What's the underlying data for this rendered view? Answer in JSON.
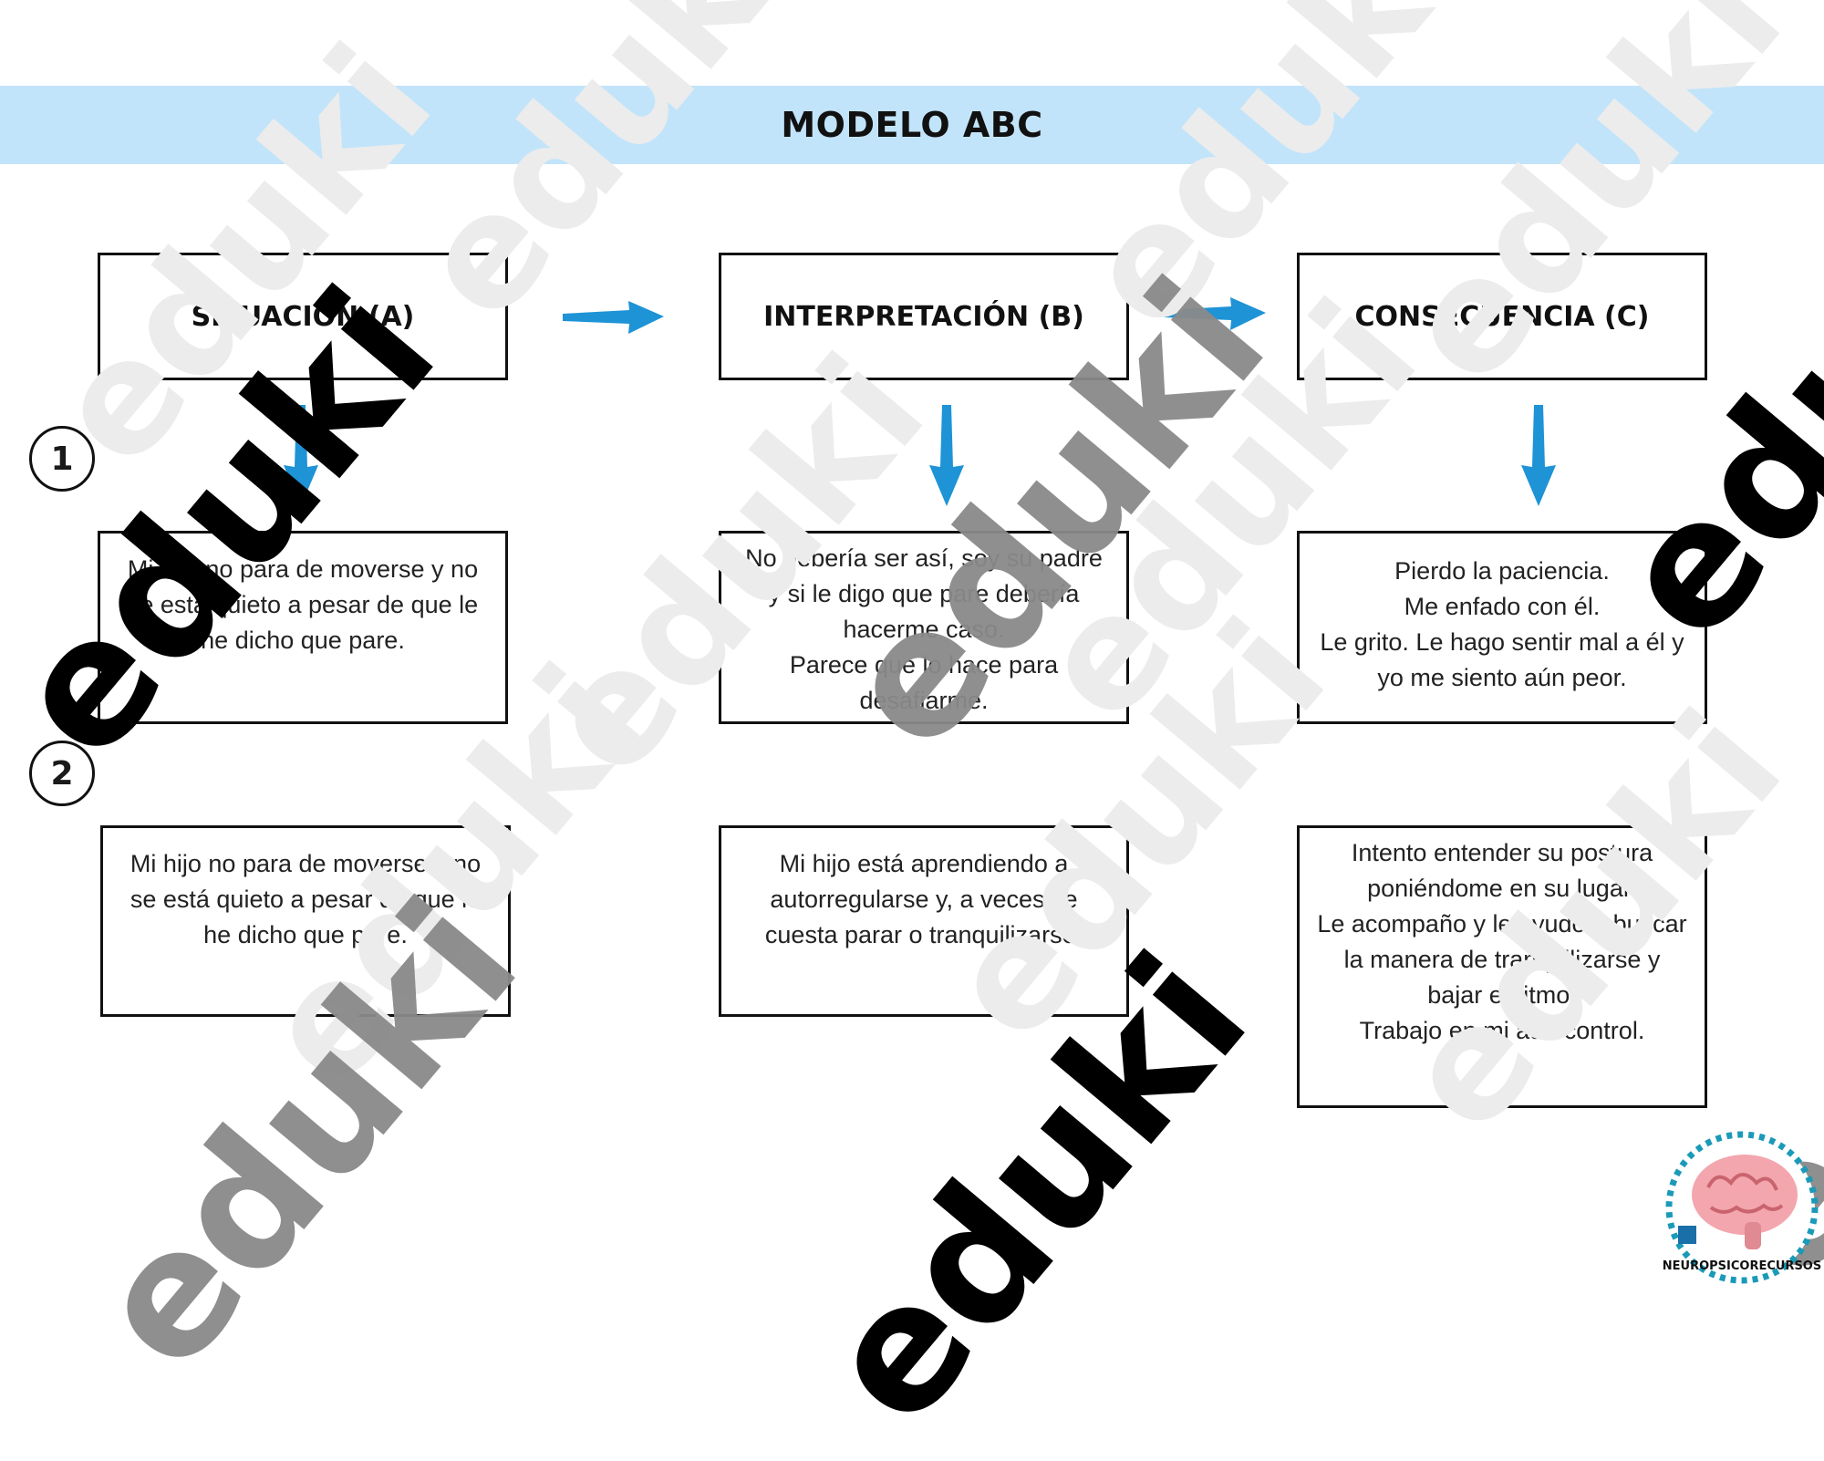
{
  "title": "MODELO ABC",
  "headers": {
    "a": "SITUACIÓN (A)",
    "b": "INTERPRETACIÓN (B)",
    "c": "CONSECUENCIA (C)"
  },
  "steps": [
    {
      "number": "1",
      "a": "Mi hijo no para de moverse y no se está quieto a pesar de que le he dicho que pare.",
      "b": "No debería ser así, soy su padre y si le digo que pare debería hacerme caso.\nParece que lo hace para desafiarme.",
      "c": "Pierdo la paciencia.\nMe enfado con él.\nLe grito. Le hago sentir mal a él y yo me siento aún peor."
    },
    {
      "number": "2",
      "a": "Mi hijo no para de moverse y no se está quieto a pesar de que le he dicho que pare.",
      "b": "Mi hijo está aprendiendo a autorregularse y, a veces, le cuesta parar o tranquilizarse.",
      "c": "Intento entender su postura poniéndome en su lugar.\nLe acompaño y le ayudo a buscar la manera de tranquilizarse y bajar el ritmo.\nTrabajo en mi autocontrol."
    }
  ],
  "watermark": "eduki",
  "logo_text": "NEUROPSICORECURSOS",
  "colors": {
    "title_band": "#c2e4fa",
    "arrow": "#1e93d6",
    "watermark_light": "#ececec",
    "watermark_dark": "#8a8a8a",
    "watermark_black": "#000000"
  }
}
